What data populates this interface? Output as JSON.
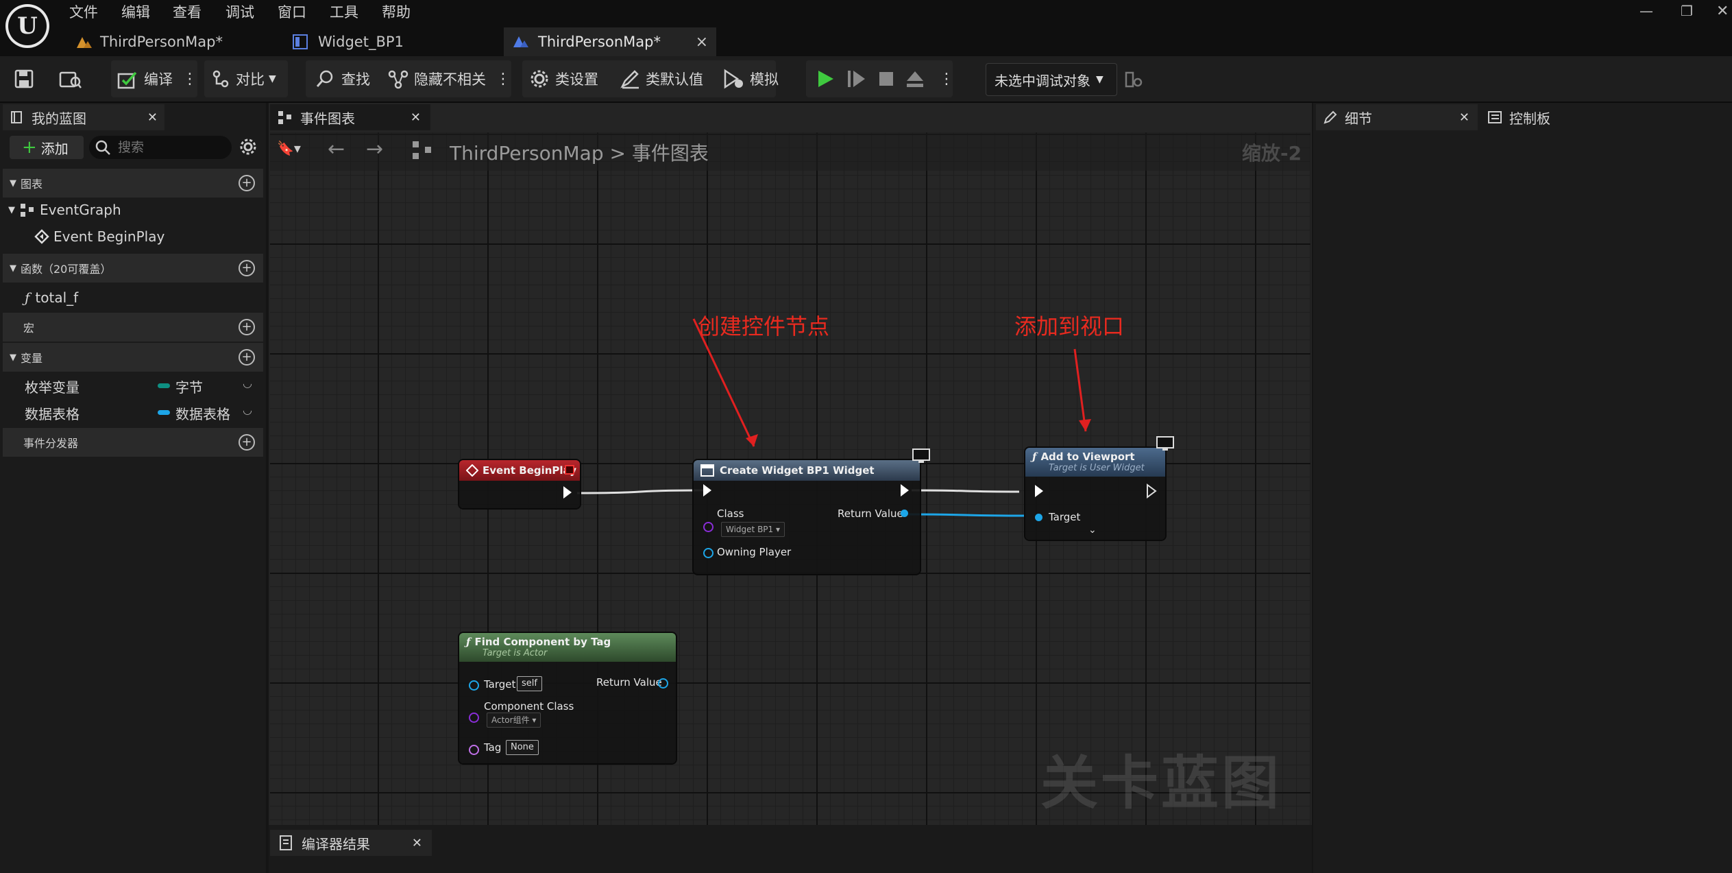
{
  "menu": [
    "文件",
    "编辑",
    "查看",
    "调试",
    "窗口",
    "工具",
    "帮助"
  ],
  "tabs": [
    {
      "label": "ThirdPersonMap*",
      "close": ""
    },
    {
      "label": "Widget_BP1",
      "close": ""
    },
    {
      "label": "ThirdPersonMap*",
      "close": "×"
    }
  ],
  "toolbar": {
    "compile": "编译",
    "diff": "对比",
    "find": "查找",
    "hide_unrelated": "隐藏不相关",
    "class_settings": "类设置",
    "class_defaults": "类默认值",
    "simulate": "模拟",
    "debug_target": "未选中调试对象"
  },
  "left_panel": {
    "tab_title": "我的蓝图",
    "add_button": "添加",
    "search_placeholder": "搜索",
    "graphs_header": "图表",
    "event_graph": "EventGraph",
    "event_beginplay": "Event BeginPlay",
    "functions_header": "函数（20可覆盖）",
    "function_item": "total_f",
    "macros_header": "宏",
    "variables_header": "变量",
    "variables": [
      {
        "name": "枚举变量",
        "type": "字节",
        "color": "#0e8f82"
      },
      {
        "name": "数据表格",
        "type": "数据表格",
        "color": "#1da6e8"
      }
    ],
    "dispatchers_header": "事件分发器"
  },
  "graph": {
    "tab_title": "事件图表",
    "breadcrumb_map": "ThirdPersonMap",
    "breadcrumb_sep": ">",
    "breadcrumb_graph": "事件图表",
    "zoom": "缩放-2",
    "watermark": "关卡蓝图",
    "annotations": [
      "创建控件节点",
      "添加到视口"
    ],
    "nodes": {
      "begin_play": {
        "title": "Event BeginPlay"
      },
      "create_widget": {
        "title": "Create Widget BP1 Widget",
        "class_label": "Class",
        "class_value": "Widget BP1",
        "return_label": "Return Value",
        "owning_player": "Owning Player"
      },
      "add_to_viewport": {
        "title": "Add to Viewport",
        "subtitle": "Target is User Widget",
        "target_label": "Target"
      },
      "find_component": {
        "title": "Find Component by Tag",
        "subtitle": "Target is Actor",
        "target_label": "Target",
        "target_value": "self",
        "return_label": "Return Value",
        "component_class_label": "Component Class",
        "component_class_value": "Actor组件",
        "tag_label": "Tag",
        "tag_value": "None"
      }
    }
  },
  "compiler_tab": "编译器结果",
  "right_panel": {
    "details_tab": "细节",
    "palette_tab": "控制板"
  }
}
